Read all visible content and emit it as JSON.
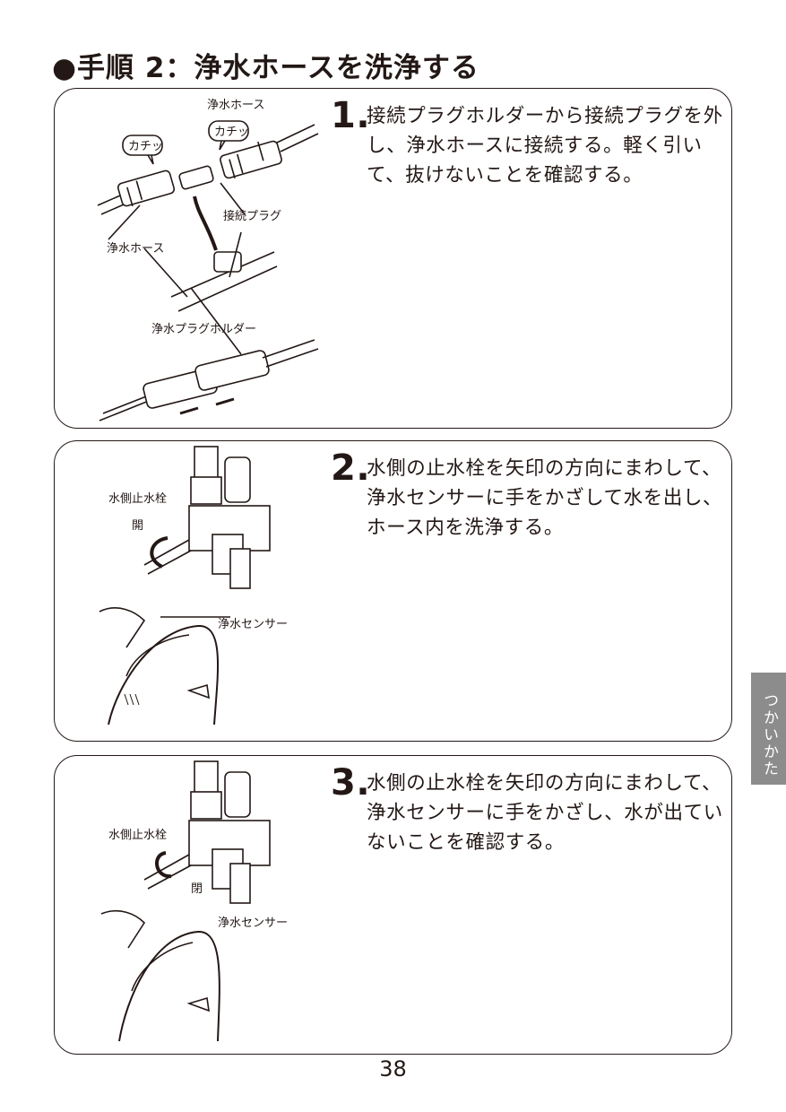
{
  "title": "●手順 2：浄水ホースを洗浄する",
  "steps": [
    {
      "number": "1.",
      "text": "接続プラグホルダーから接続プラグを外し、浄水ホースに接続する。軽く引いて、抜けないことを確認する。",
      "labels": {
        "hose_top": "浄水ホース",
        "click_left": "カチッ",
        "click_right": "カチッ",
        "plug": "接続プラグ",
        "hose_left": "浄水ホース",
        "holder": "浄水プラグホルダー"
      }
    },
    {
      "number": "2.",
      "text": "水側の止水栓を矢印の方向にまわして、浄水センサーに手をかざして水を出し、ホース内を洗浄する。",
      "labels": {
        "valve": "水側止水栓",
        "direction": "開",
        "sensor": "浄水センサー"
      }
    },
    {
      "number": "3.",
      "text": "水側の止水栓を矢印の方向にまわして、浄水センサーに手をかざし、水が出ていないことを確認する。",
      "labels": {
        "valve": "水側止水栓",
        "direction": "閉",
        "sensor": "浄水センサー"
      }
    }
  ],
  "side_tab": "つかいかた",
  "page_number": "38"
}
